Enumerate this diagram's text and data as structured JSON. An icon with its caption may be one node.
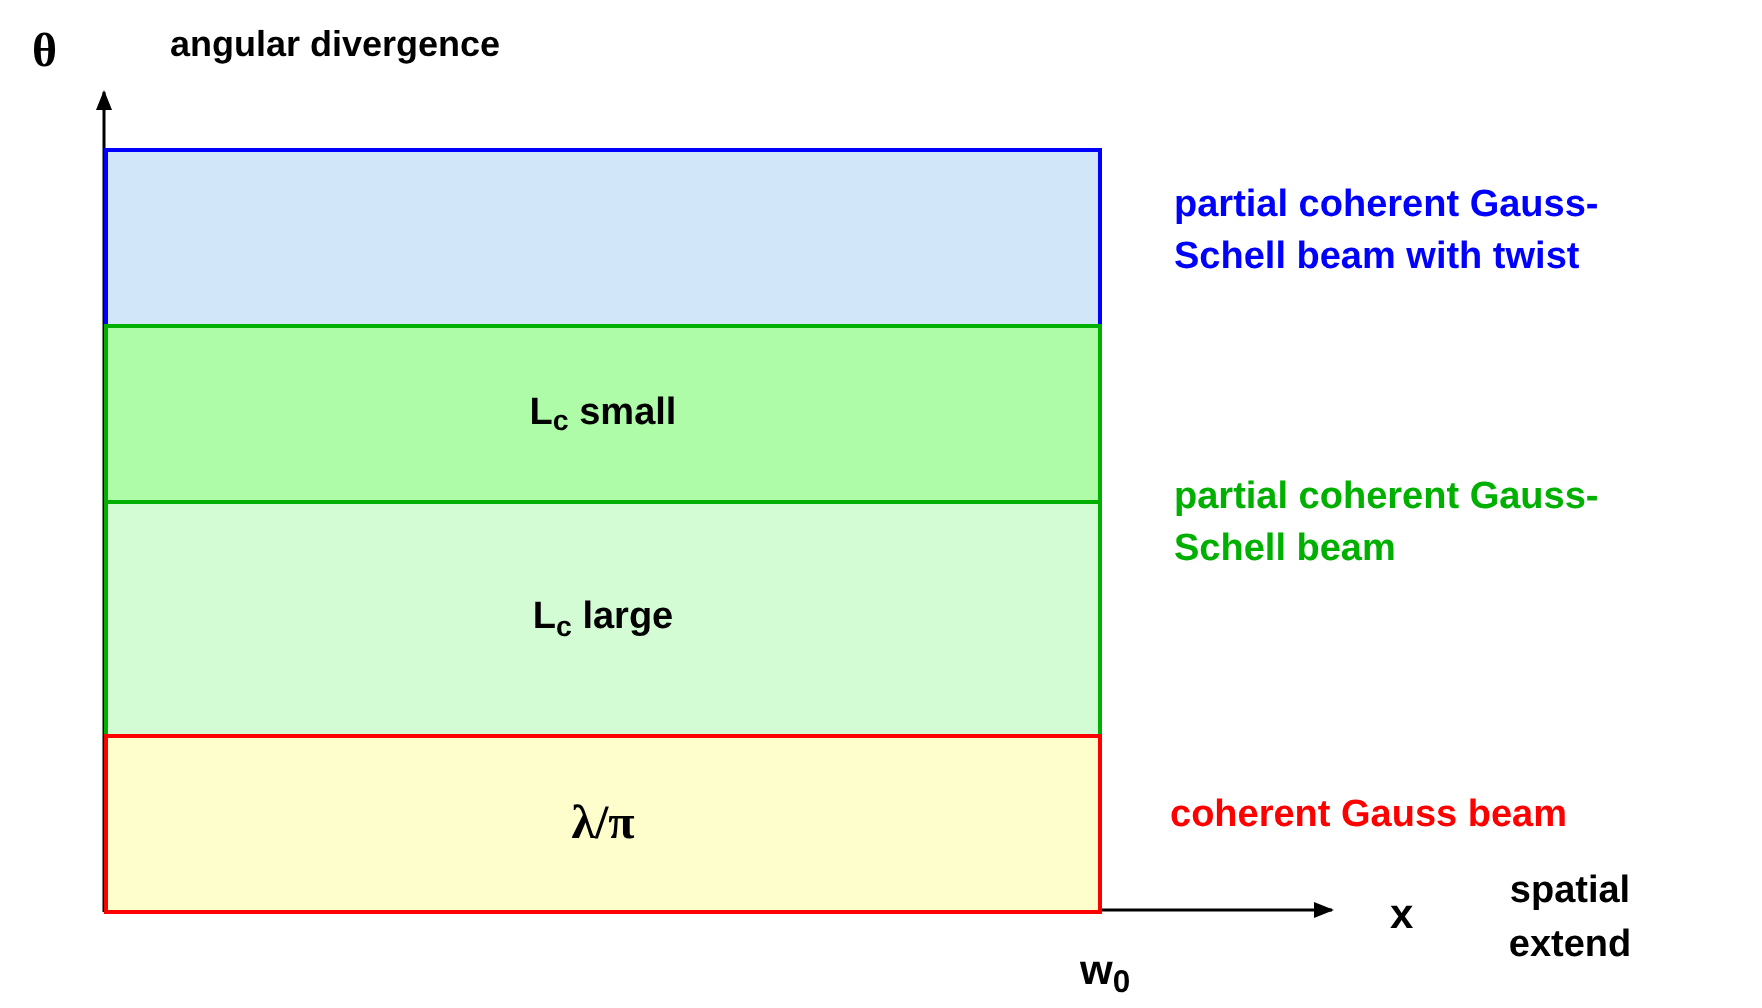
{
  "diagram": {
    "nodes": [
      {
        "text": [],
        "shape": "box"
      },
      {
        "text": [
          "L$_{c}$ small"
        ]
      },
      {
        "text": [
          "L$_{c}$ large"
        ]
      },
      {
        "text": [
          "λ/π"
        ]
      }
    ],
    "labels": [
      "θ",
      "angular divergence",
      "partial coherent Gauss-Schell beam with twist",
      "partial coherent Gauss-Schell beam",
      "coherent Gauss beam",
      "x",
      "spatial extend",
      "w$_{0}$"
    ]
  }
}
